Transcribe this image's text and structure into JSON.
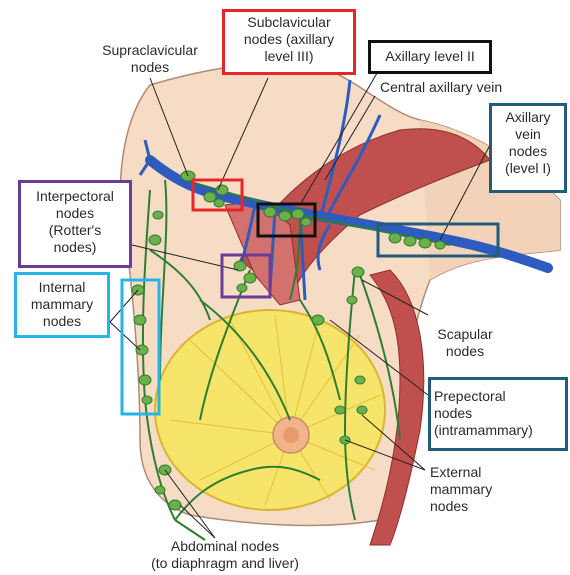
{
  "labels": {
    "supraclavicular": "Supraclavicular\nnodes",
    "subclavicular": "Subclavicular\nnodes (axillary\nlevel III)",
    "axillary_level_ii": "Axillary level II",
    "central_axillary_vein": "Central axillary vein",
    "axillary_vein_nodes": "Axillary\nvein\nnodes\n(level I)",
    "interpectoral": "Interpectoral\nnodes\n(Rotter's\nnodes)",
    "internal_mammary": "Internal\nmammary\nnodes",
    "scapular": "Scapular\nnodes",
    "prepectoral": "Prepectoral\nnodes\n(intramammary)",
    "external_mammary": "External\nmammary\nnodes",
    "abdominal": "Abdominal nodes\n(to diaphragm and liver)"
  },
  "colors": {
    "skin": "#f6dcc4",
    "skin_outline": "#b08a74",
    "breast": "#f7e46a",
    "breast_outline": "#d9b62e",
    "muscle": "#c0504d",
    "vein": "#2d5bbf",
    "lymph": "#2f7d32",
    "node": "#6bb04a",
    "areola": "#f1b48a",
    "box_red": "#e8262a",
    "box_black": "#111111",
    "box_teal": "#245b7a",
    "box_purple": "#6a3d9a",
    "box_cyan": "#25b4e8"
  }
}
